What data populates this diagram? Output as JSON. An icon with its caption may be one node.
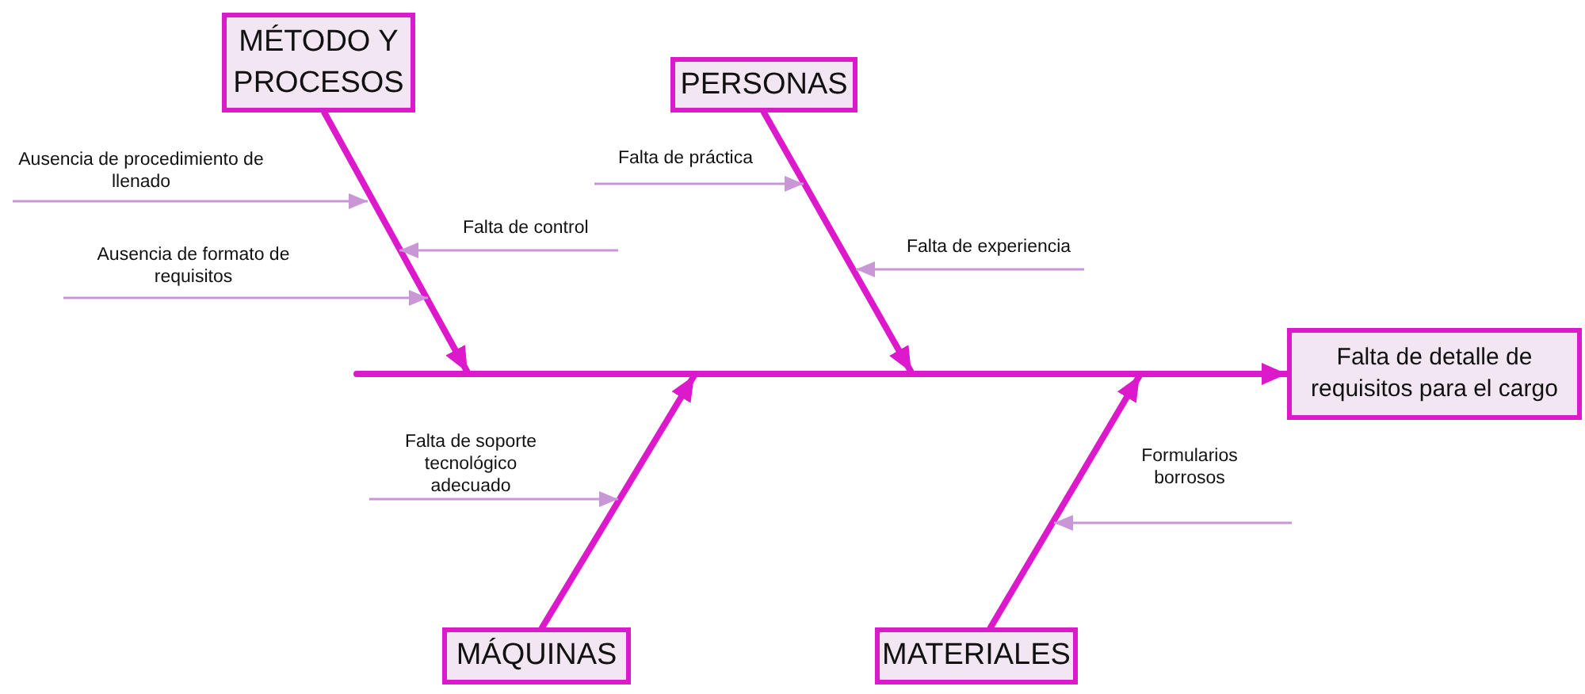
{
  "diagram": {
    "nodes": [
      {
        "text": [
          "MÉTODO Y PROCESOS"
        ]
      },
      {
        "text": [
          "PERSONAS"
        ]
      },
      {
        "text": [
          "Falta de detalle de requisitos para el cargo"
        ]
      },
      {
        "text": [
          "MÁQUINAS"
        ]
      },
      {
        "text": [
          "MATERIALES"
        ]
      },
      {
        "text": [
          "Ausencia de procedimiento de llenado"
        ]
      },
      {
        "text": [
          "Falta de control"
        ]
      },
      {
        "text": [
          "Ausencia de formato de requisitos"
        ]
      },
      {
        "text": [
          "Falta de práctica"
        ]
      },
      {
        "text": [
          "Falta de experiencia"
        ]
      },
      {
        "text": [
          "Falta de soporte tecnológico adecuado"
        ]
      },
      {
        "text": [
          "Formularios borrosos"
        ]
      }
    ],
    "edges": [
      {
        "from": null,
        "to": 2,
        "arrow": "to",
        "style": "thick",
        "color": "#dd19cc"
      },
      {
        "from": 0,
        "to": null,
        "arrow": "to",
        "style": "thick",
        "color": "#dd19cc"
      },
      {
        "from": 1,
        "to": null,
        "arrow": "to",
        "style": "thick",
        "color": "#dd19cc"
      },
      {
        "from": 3,
        "to": null,
        "arrow": "to",
        "style": "thick",
        "color": "#dd19cc"
      },
      {
        "from": 4,
        "to": null,
        "arrow": "to",
        "style": "thick",
        "color": "#dd19cc"
      },
      {
        "from": 5,
        "to": null,
        "arrow": "to"
      },
      {
        "from": 6,
        "to": null,
        "arrow": "to"
      },
      {
        "from": 7,
        "to": null,
        "arrow": "to"
      },
      {
        "from": 8,
        "to": null,
        "arrow": "to"
      },
      {
        "from": 9,
        "to": null,
        "arrow": "to"
      },
      {
        "from": 10,
        "to": null,
        "arrow": "to"
      },
      {
        "from": 11,
        "to": null,
        "arrow": "to"
      }
    ]
  }
}
